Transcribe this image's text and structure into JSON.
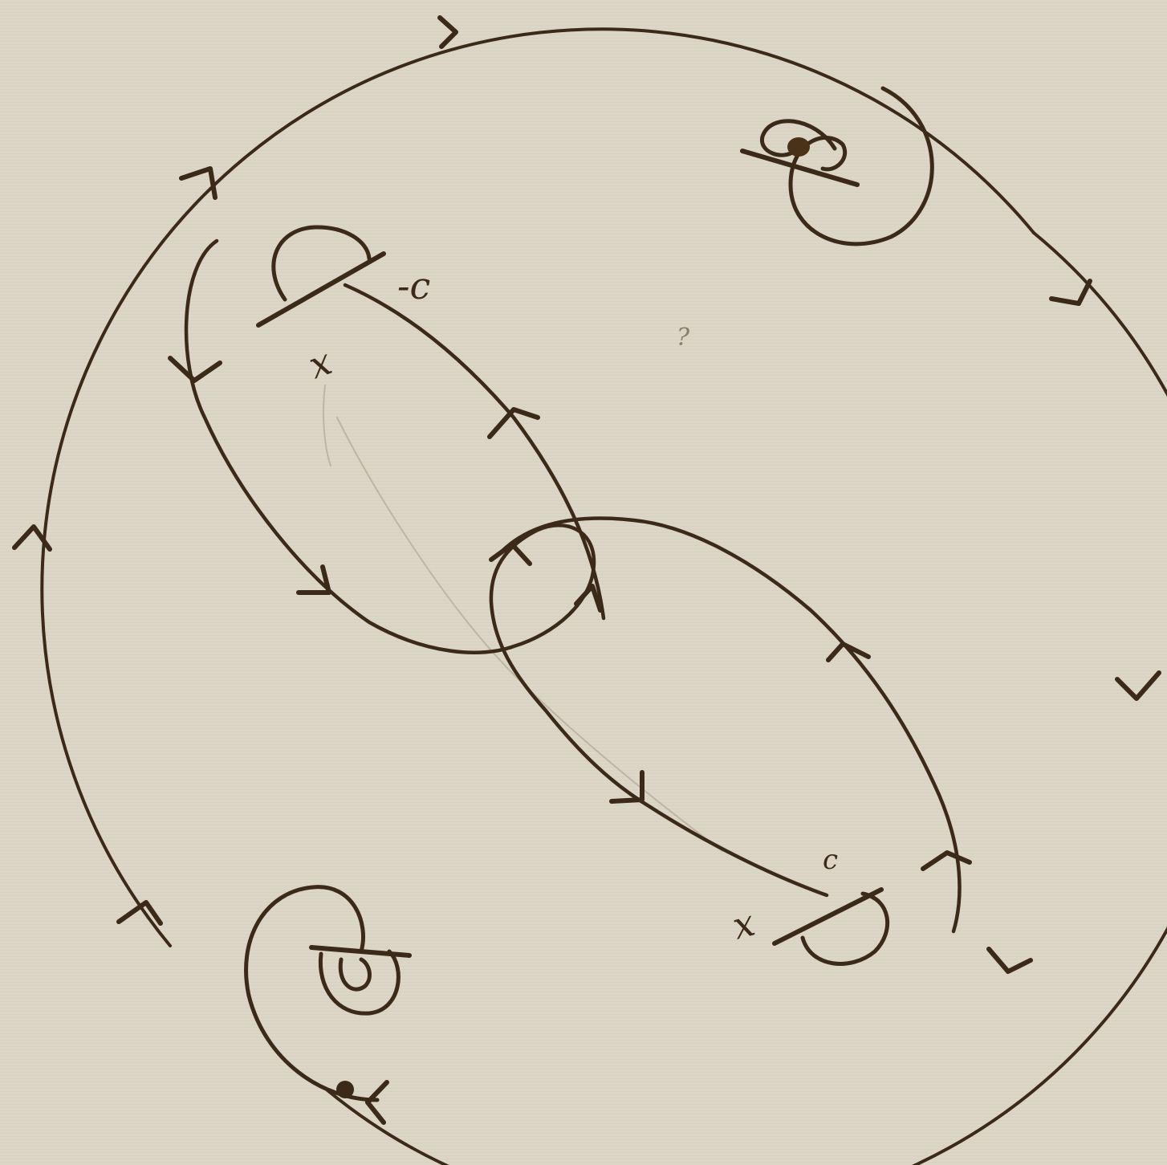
{
  "colors": {
    "paper": "#d9d4c4",
    "ink": "#3b2a17",
    "faint_ink": "#a69d8a"
  },
  "labels": {
    "upper_focus_x": "x",
    "upper_focus_value": "-c",
    "lower_focus_x": "x",
    "lower_focus_value": "c",
    "stray_mark": "?"
  },
  "icons": {
    "boundary": "circle",
    "flow_direction": "arrowhead",
    "focus": "spiral"
  }
}
